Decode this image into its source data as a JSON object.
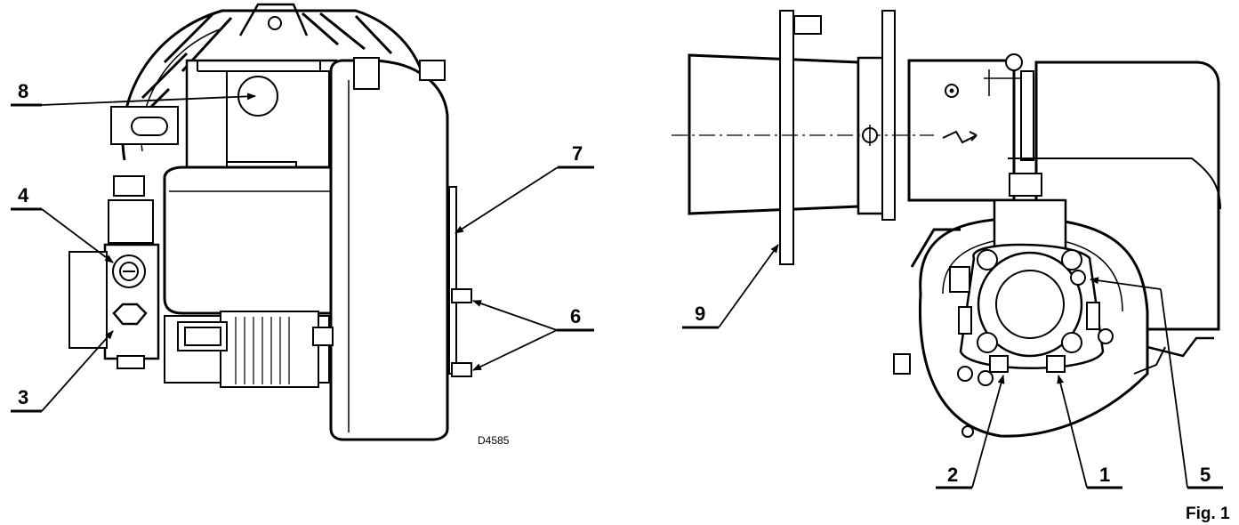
{
  "figure": {
    "caption": "Fig. 1",
    "drawing_code": "D4585",
    "callouts": [
      "1",
      "2",
      "3",
      "4",
      "5",
      "6",
      "7",
      "8",
      "9"
    ]
  },
  "colors": {
    "ink": "#000000",
    "paper": "#ffffff"
  }
}
